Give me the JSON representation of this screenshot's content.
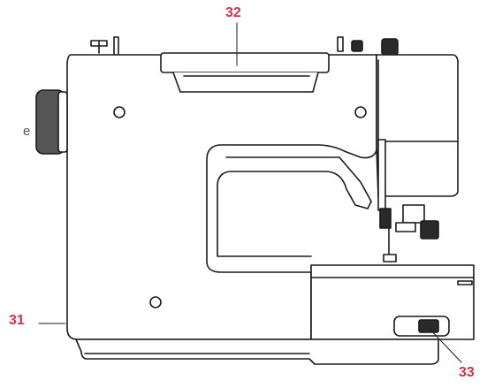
{
  "colors": {
    "callout": "#d6304c",
    "outline": "#1a1a1a",
    "body_fill": "#ffffff",
    "handwheel": "#555555",
    "dark_parts": "#2a2a2a"
  },
  "edge_text": "e",
  "callouts": [
    {
      "id": "handle",
      "label": "32"
    },
    {
      "id": "left-side",
      "label": "31"
    },
    {
      "id": "free-arm-control",
      "label": "33"
    }
  ]
}
